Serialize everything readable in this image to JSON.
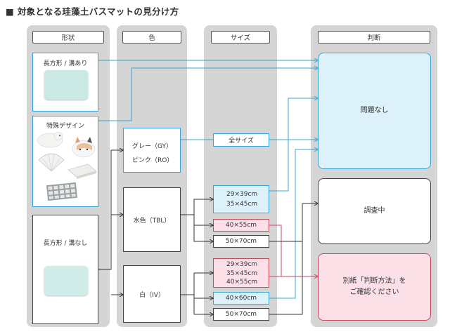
{
  "title": "■ 対象となる珪藻土バスマットの見分け方",
  "headers": {
    "shape": "形状",
    "color": "色",
    "size": "サイズ",
    "judgement": "判断"
  },
  "shapes": {
    "groove": "長方形 / 溝あり",
    "special": "特殊デザイン",
    "nogroove": "長方形 / 溝なし"
  },
  "colors": {
    "gray": "グレー（GY）",
    "pink": "ピンク（RO）",
    "aqua": "水色（TBL）",
    "white": "白（IV）"
  },
  "sizes": {
    "all": "全サイズ",
    "aqua_small_1": "29×39cm",
    "aqua_small_2": "35×45cm",
    "aqua_mid": "40×55cm",
    "aqua_large": "50×70cm",
    "white_small_1": "29×39cm",
    "white_small_2": "35×45cm",
    "white_small_3": "40×55cm",
    "white_mid": "40×60cm",
    "white_large": "50×70cm"
  },
  "results": {
    "ok": "問題なし",
    "investigating": "調査中",
    "see_line1": "別紙「判断方法」を",
    "see_line2": "ご確認ください"
  },
  "colors_hex": {
    "blue": "#3aa3d6",
    "light_blue": "#ddf1fb",
    "pink": "#fbe1e7",
    "red": "#c6495a",
    "column": "#d5d5d5"
  }
}
